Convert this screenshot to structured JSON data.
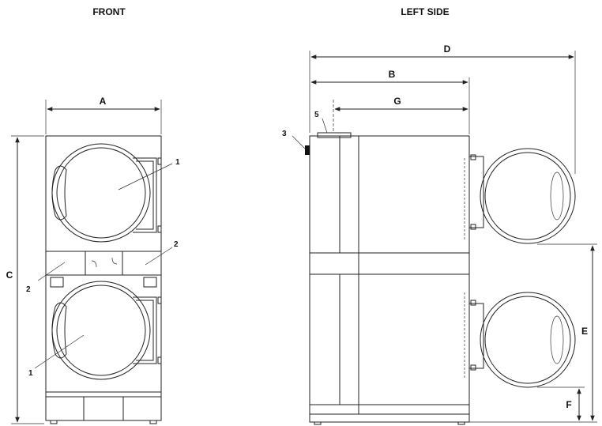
{
  "views": {
    "front_title": "FRONT",
    "side_title": "LEFT SIDE"
  },
  "dimensions": {
    "A": "A",
    "B": "B",
    "C": "C",
    "D": "D",
    "E": "E",
    "F": "F",
    "G": "G"
  },
  "callouts": {
    "door_upper": "1",
    "door_lower": "1",
    "panel_right": "2",
    "panel_left": "2",
    "side_part_3": "3",
    "top_part_5": "5"
  }
}
